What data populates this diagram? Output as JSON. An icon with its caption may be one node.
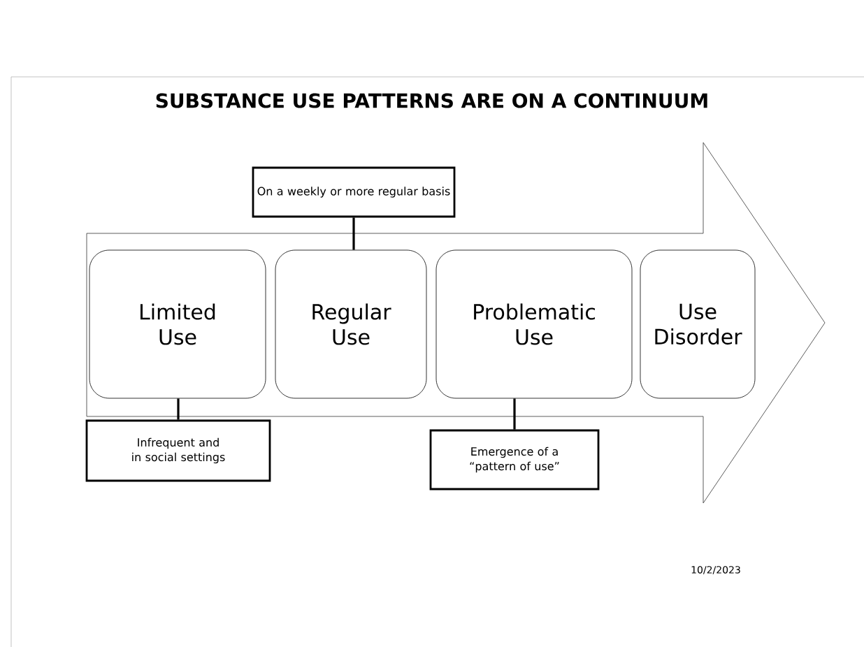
{
  "diagram": {
    "title": "SUBSTANCE USE PATTERNS ARE ON A CONTINUUM",
    "nodes": [
      {
        "text": [],
        "shape": "arrow"
      },
      {
        "text": [
          "Limited Use"
        ],
        "in": 0
      },
      {
        "text": [
          "Regular Use"
        ],
        "in": 0
      },
      {
        "text": [
          "Problematic Use"
        ],
        "in": 0
      },
      {
        "text": [
          "Use Disorder"
        ],
        "in": 0
      },
      {
        "text": [
          "On a weekly or more regular basis"
        ]
      },
      {
        "text": [
          "Infrequent and in social settings"
        ]
      },
      {
        "text": [
          "Emergence of a “pattern of use”"
        ]
      }
    ],
    "edges": [
      {
        "from": 5,
        "to": 2,
        "arrow": "none"
      },
      {
        "from": 6,
        "to": 1,
        "arrow": "none"
      },
      {
        "from": 7,
        "to": 3,
        "arrow": "none"
      }
    ],
    "labels": [
      "10/2/2023"
    ]
  }
}
